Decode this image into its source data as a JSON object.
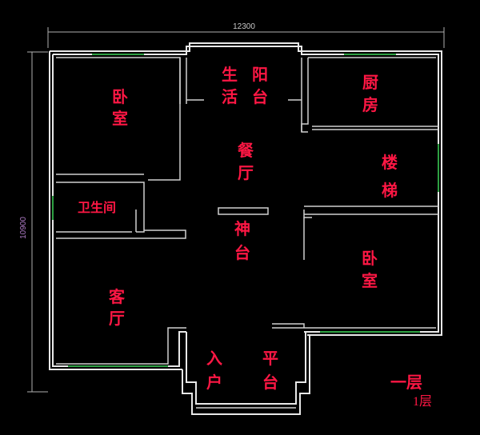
{
  "dimensions": {
    "width": "12300",
    "height": "10900"
  },
  "rooms": {
    "bedroom_top_left": [
      "卧",
      "室"
    ],
    "balcony": [
      "生",
      "阳",
      "活",
      "台"
    ],
    "kitchen": [
      "厨",
      "房"
    ],
    "dining": [
      "餐",
      "厅"
    ],
    "stairs": [
      "楼",
      "梯"
    ],
    "bathroom": "卫生间",
    "shrine": [
      "神",
      "台"
    ],
    "bedroom_right": [
      "卧",
      "室"
    ],
    "living": [
      "客",
      "厅"
    ],
    "entry": [
      "入",
      "户"
    ],
    "platform": [
      "平",
      "台"
    ]
  },
  "floor": {
    "title": "一层",
    "sub": "1层"
  }
}
